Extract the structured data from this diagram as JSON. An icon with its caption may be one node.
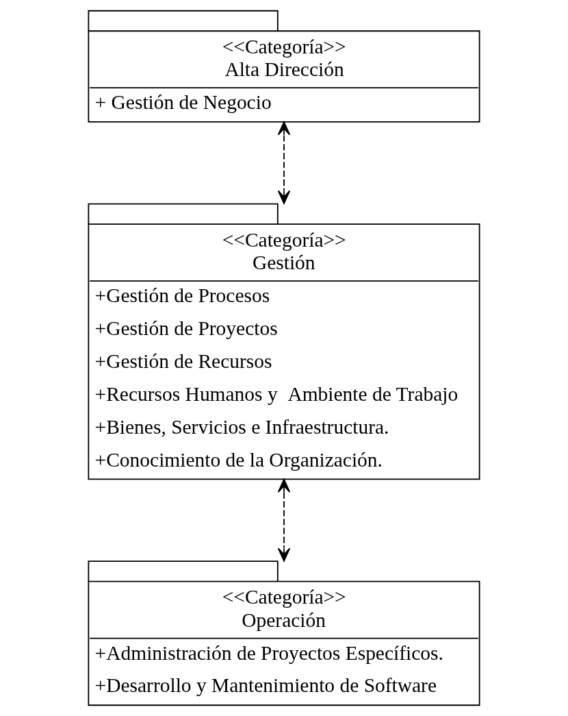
{
  "diagram": {
    "nodes": [
      {
        "text": [
          "<<Categoría>>",
          "Alta Dirección",
          "+ Gestión de Negocio"
        ]
      },
      {
        "text": [
          "<<Categoría>>",
          "Gestión",
          "+Gestión de Procesos",
          "+Gestión de Proyectos",
          "+Gestión de Recursos",
          "+Recursos Humanos y  Ambiente de Trabajo",
          "+Bienes, Servicios e Infraestructura.",
          "+Conocimiento de la Organización."
        ]
      },
      {
        "text": [
          "<<Categoría>>",
          "Operación",
          "+Administración de Proyectos Específicos.",
          "+Desarrollo y Mantenimiento de Software"
        ]
      }
    ],
    "edges": [
      {
        "from": 0,
        "to": 1,
        "arrow": "both",
        "style": "dashed"
      },
      {
        "from": 1,
        "to": 2,
        "arrow": "both",
        "style": "dashed"
      }
    ]
  }
}
